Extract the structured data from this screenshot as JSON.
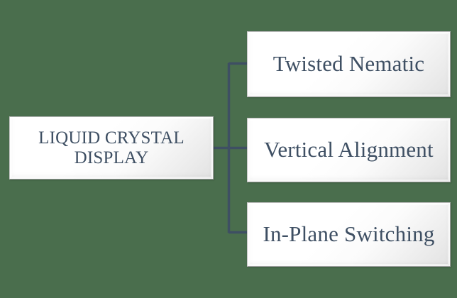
{
  "diagram": {
    "title": "Liquid Crystal Display types tree diagram",
    "background_color": "#4a6e4d",
    "node_text_color": "#3e4f63",
    "connector_color": "#3e4f63",
    "root": {
      "label": "LIQUID CRYSTAL DISPLAY"
    },
    "branches": [
      {
        "label": "Twisted Nematic"
      },
      {
        "label": "Vertical Alignment"
      },
      {
        "label": "In-Plane Switching"
      }
    ]
  }
}
